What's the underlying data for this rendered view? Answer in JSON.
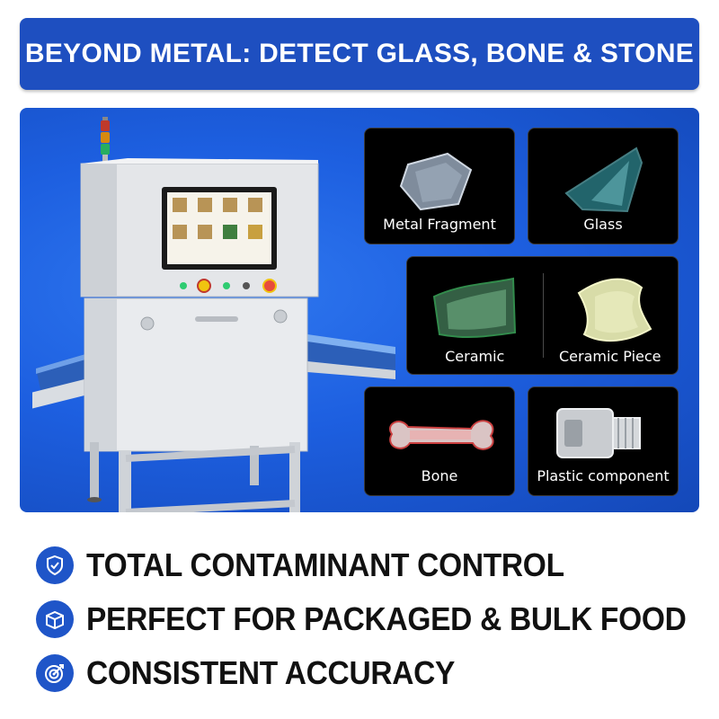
{
  "banner": {
    "title": "BEYOND METAL: DETECT GLASS, BONE & STONE"
  },
  "contaminants": [
    {
      "label": "Metal Fragment",
      "icon": "metal-fragment-icon"
    },
    {
      "label": "Glass",
      "icon": "glass-shard-icon"
    },
    {
      "label": "Ceramic",
      "icon": "ceramic-icon"
    },
    {
      "label": "Ceramic Piece",
      "icon": "ceramic-piece-icon"
    },
    {
      "label": "Bone",
      "icon": "bone-icon"
    },
    {
      "label": "Plastic component",
      "icon": "plastic-component-icon"
    }
  ],
  "features": [
    {
      "text": "TOTAL CONTAMINANT CONTROL",
      "icon": "shield-check-icon"
    },
    {
      "text": "PERFECT FOR PACKAGED & BULK FOOD",
      "icon": "package-box-icon"
    },
    {
      "text": "CONSISTENT ACCURACY",
      "icon": "target-icon"
    }
  ],
  "colors": {
    "brand_blue": "#1e4fc0",
    "hero_blue": "#1d5fe0",
    "card_bg": "#000000",
    "text_dark": "#111111"
  }
}
